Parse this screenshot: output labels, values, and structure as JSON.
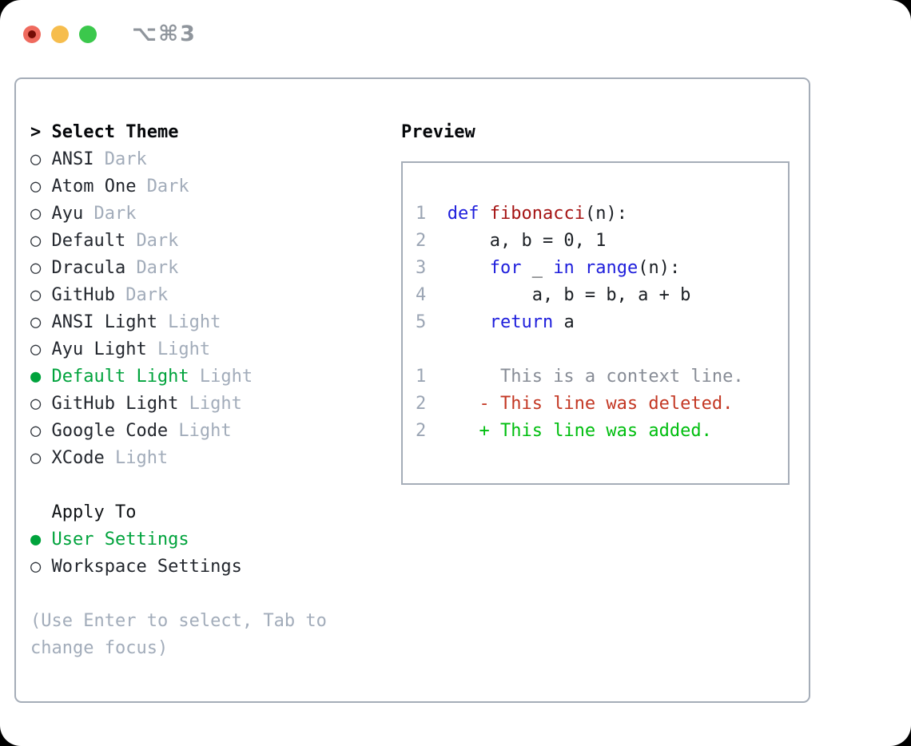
{
  "window": {
    "title": "⌥⌘3",
    "traffic_lights": {
      "close": "close",
      "minimize": "minimize",
      "zoom": "zoom"
    }
  },
  "theme_list": {
    "header": {
      "prompt": ">",
      "label": "Select Theme"
    },
    "marker_selected": "●",
    "marker_unselected": "○",
    "items": [
      {
        "name": "ANSI",
        "variant": "Dark",
        "selected": false
      },
      {
        "name": "Atom One",
        "variant": "Dark",
        "selected": false
      },
      {
        "name": "Ayu",
        "variant": "Dark",
        "selected": false
      },
      {
        "name": "Default",
        "variant": "Dark",
        "selected": false
      },
      {
        "name": "Dracula",
        "variant": "Dark",
        "selected": false
      },
      {
        "name": "GitHub",
        "variant": "Dark",
        "selected": false
      },
      {
        "name": "ANSI Light",
        "variant": "Light",
        "selected": false
      },
      {
        "name": "Ayu Light",
        "variant": "Light",
        "selected": false
      },
      {
        "name": "Default Light",
        "variant": "Light",
        "selected": true
      },
      {
        "name": "GitHub Light",
        "variant": "Light",
        "selected": false
      },
      {
        "name": "Google Code",
        "variant": "Light",
        "selected": false
      },
      {
        "name": "XCode",
        "variant": "Light",
        "selected": false
      }
    ]
  },
  "apply_to": {
    "header": "Apply To",
    "items": [
      {
        "label": "User Settings",
        "selected": true
      },
      {
        "label": "Workspace Settings",
        "selected": false
      }
    ]
  },
  "hint": {
    "line1": "(Use Enter to select, Tab to",
    "line2": "change focus)"
  },
  "preview": {
    "label": "Preview",
    "code_lines": [
      {
        "num": "1",
        "tokens": [
          {
            "text": "  ",
            "c": "plain"
          },
          {
            "text": "def",
            "c": "kw"
          },
          {
            "text": " ",
            "c": "plain"
          },
          {
            "text": "fibonacci",
            "c": "fn"
          },
          {
            "text": "(n):",
            "c": "plain"
          }
        ]
      },
      {
        "num": "2",
        "tokens": [
          {
            "text": "      a, b = 0, 1",
            "c": "plain"
          }
        ]
      },
      {
        "num": "3",
        "tokens": [
          {
            "text": "      ",
            "c": "plain"
          },
          {
            "text": "for",
            "c": "kw"
          },
          {
            "text": " _ ",
            "c": "plain"
          },
          {
            "text": "in",
            "c": "kw"
          },
          {
            "text": " ",
            "c": "plain"
          },
          {
            "text": "range",
            "c": "kw"
          },
          {
            "text": "(n):",
            "c": "plain"
          }
        ]
      },
      {
        "num": "4",
        "tokens": [
          {
            "text": "          a, b = b, a + b",
            "c": "plain"
          }
        ]
      },
      {
        "num": "5",
        "tokens": [
          {
            "text": "      ",
            "c": "plain"
          },
          {
            "text": "return",
            "c": "kw"
          },
          {
            "text": " a",
            "c": "plain"
          }
        ]
      },
      {
        "num": "",
        "tokens": []
      },
      {
        "num": "1",
        "tokens": [
          {
            "text": "       This is a context line.",
            "c": "ctx"
          }
        ]
      },
      {
        "num": "2",
        "tokens": [
          {
            "text": "     - This line was deleted.",
            "c": "del"
          }
        ]
      },
      {
        "num": "2",
        "tokens": [
          {
            "text": "     + This line was added.",
            "c": "add"
          }
        ]
      }
    ]
  },
  "colors": {
    "selected_green": "#00A33C",
    "keyword_blue": "#1E1EDC",
    "function_red": "#A51414",
    "deleted_red": "#C33723",
    "added_green": "#00BE0F",
    "context_gray": "#878C96",
    "muted_gray": "#A2ACBA",
    "line_number_gray": "#9BA5B4",
    "border_gray": "#A5ADB8",
    "text_dark": "#23272E",
    "titlebar_gray": "#8F959C",
    "traffic_red": "#EF6A5E",
    "traffic_yellow": "#F6BD4D",
    "traffic_green": "#3BC84C"
  }
}
